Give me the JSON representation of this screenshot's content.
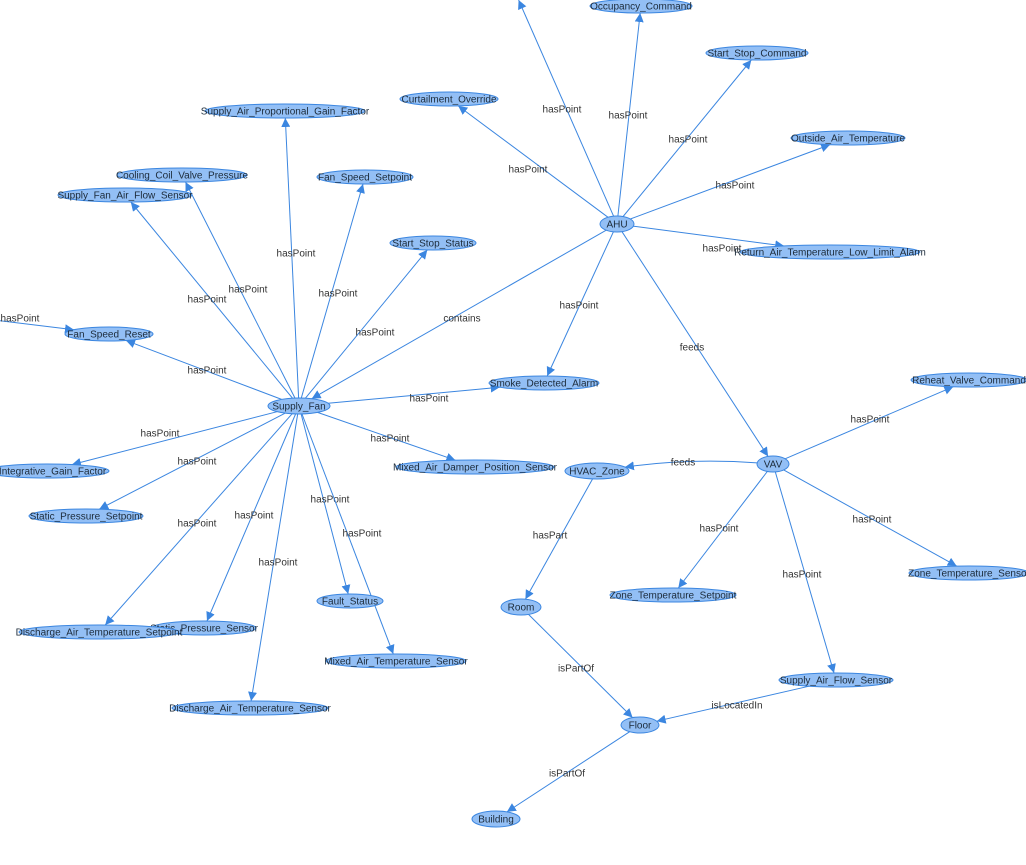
{
  "graph": {
    "node_fill": "#93bff5",
    "node_stroke": "#3b86e0",
    "edge_color": "#3b86e0",
    "label_color": "#333333",
    "nodes": [
      {
        "id": "ahu",
        "label": "AHU"
      },
      {
        "id": "occupancy_command",
        "label": "Occupancy_Command"
      },
      {
        "id": "start_stop_command",
        "label": "Start_Stop_Command"
      },
      {
        "id": "curtailment_override",
        "label": "Curtailment_Override"
      },
      {
        "id": "outside_air_temperature",
        "label": "Outside_Air_Temperature"
      },
      {
        "id": "return_air_temperature_low_limit_alarm",
        "label": "Return_Air_Temperature_Low_Limit_Alarm"
      },
      {
        "id": "smoke_detected_alarm",
        "label": "Smoke_Detected_Alarm"
      },
      {
        "id": "vav",
        "label": "VAV"
      },
      {
        "id": "supply_fan",
        "label": "Supply_Fan"
      },
      {
        "id": "supply_air_proportional_gain_factor",
        "label": "Supply_Air_Proportional_Gain_Factor"
      },
      {
        "id": "cooling_coil_valve_pressure",
        "label": "Cooling_Coil_Valve_Pressure"
      },
      {
        "id": "supply_fan_air_flow_sensor",
        "label": "Supply_Fan_Air_Flow_Sensor"
      },
      {
        "id": "fan_speed_setpoint",
        "label": "Fan_Speed_Setpoint"
      },
      {
        "id": "start_stop_status",
        "label": "Start_Stop_Status"
      },
      {
        "id": "fan_speed_reset",
        "label": "Fan_Speed_Reset"
      },
      {
        "id": "integrative_gain_factor",
        "label": "ir_Integrative_Gain_Factor"
      },
      {
        "id": "mixed_air_damper_position_sensor",
        "label": "Mixed_Air_Damper_Position_Sensor"
      },
      {
        "id": "static_pressure_setpoint",
        "label": "Static_Pressure_Setpoint"
      },
      {
        "id": "static_pressure_sensor",
        "label": "Static_Pressure_Sensor"
      },
      {
        "id": "discharge_air_temperature_setpoint",
        "label": "Discharge_Air_Temperature_Setpoint"
      },
      {
        "id": "fault_status",
        "label": "Fault_Status"
      },
      {
        "id": "mixed_air_temperature_sensor",
        "label": "Mixed_Air_Temperature_Sensor"
      },
      {
        "id": "discharge_air_temperature_sensor",
        "label": "Discharge_Air_Temperature_Sensor"
      },
      {
        "id": "hvac_zone",
        "label": "HVAC_Zone"
      },
      {
        "id": "room",
        "label": "Room"
      },
      {
        "id": "floor",
        "label": "Floor"
      },
      {
        "id": "building",
        "label": "Building"
      },
      {
        "id": "reheat_valve_command",
        "label": "Reheat_Valve_Command"
      },
      {
        "id": "zone_temperature_setpoint",
        "label": "Zone_Temperature_Setpoint"
      },
      {
        "id": "zone_temperature_sensor",
        "label": "Zone_Temperature_Sensor"
      },
      {
        "id": "supply_air_flow_sensor",
        "label": "Supply_Air_Flow_Sensor"
      },
      {
        "id": "offscreen_top",
        "label": ""
      },
      {
        "id": "offscreen_left",
        "label": ""
      }
    ],
    "edges": [
      {
        "from": "ahu",
        "to": "offscreen_top",
        "label": "hasPoint"
      },
      {
        "from": "ahu",
        "to": "occupancy_command",
        "label": "hasPoint"
      },
      {
        "from": "ahu",
        "to": "start_stop_command",
        "label": "hasPoint"
      },
      {
        "from": "ahu",
        "to": "curtailment_override",
        "label": "hasPoint"
      },
      {
        "from": "ahu",
        "to": "outside_air_temperature",
        "label": "hasPoint"
      },
      {
        "from": "ahu",
        "to": "return_air_temperature_low_limit_alarm",
        "label": "hasPoint"
      },
      {
        "from": "ahu",
        "to": "smoke_detected_alarm",
        "label": "hasPoint"
      },
      {
        "from": "ahu",
        "to": "vav",
        "label": "feeds"
      },
      {
        "from": "ahu",
        "to": "supply_fan",
        "label": "contains"
      },
      {
        "from": "offscreen_left",
        "to": "fan_speed_reset",
        "label": "hasPoint"
      },
      {
        "from": "supply_fan",
        "to": "supply_air_proportional_gain_factor",
        "label": "hasPoint"
      },
      {
        "from": "supply_fan",
        "to": "cooling_coil_valve_pressure",
        "label": "hasPoint"
      },
      {
        "from": "supply_fan",
        "to": "supply_fan_air_flow_sensor",
        "label": "hasPoint"
      },
      {
        "from": "supply_fan",
        "to": "fan_speed_setpoint",
        "label": "hasPoint"
      },
      {
        "from": "supply_fan",
        "to": "start_stop_status",
        "label": "hasPoint"
      },
      {
        "from": "supply_fan",
        "to": "fan_speed_reset",
        "label": "hasPoint"
      },
      {
        "from": "supply_fan",
        "to": "smoke_detected_alarm",
        "label": "hasPoint"
      },
      {
        "from": "supply_fan",
        "to": "integrative_gain_factor",
        "label": "hasPoint"
      },
      {
        "from": "supply_fan",
        "to": "mixed_air_damper_position_sensor",
        "label": "hasPoint"
      },
      {
        "from": "supply_fan",
        "to": "static_pressure_setpoint",
        "label": "hasPoint"
      },
      {
        "from": "supply_fan",
        "to": "discharge_air_temperature_setpoint",
        "label": "hasPoint"
      },
      {
        "from": "supply_fan",
        "to": "static_pressure_sensor",
        "label": "hasPoint"
      },
      {
        "from": "supply_fan",
        "to": "fault_status",
        "label": "hasPoint"
      },
      {
        "from": "supply_fan",
        "to": "mixed_air_temperature_sensor",
        "label": "hasPoint"
      },
      {
        "from": "supply_fan",
        "to": "discharge_air_temperature_sensor",
        "label": "hasPoint"
      },
      {
        "from": "vav",
        "to": "hvac_zone",
        "label": "feeds"
      },
      {
        "from": "vav",
        "to": "reheat_valve_command",
        "label": "hasPoint"
      },
      {
        "from": "vav",
        "to": "zone_temperature_setpoint",
        "label": "hasPoint"
      },
      {
        "from": "vav",
        "to": "zone_temperature_sensor",
        "label": "hasPoint"
      },
      {
        "from": "vav",
        "to": "supply_air_flow_sensor",
        "label": "hasPoint"
      },
      {
        "from": "hvac_zone",
        "to": "room",
        "label": "hasPart"
      },
      {
        "from": "room",
        "to": "floor",
        "label": "isPartOf"
      },
      {
        "from": "supply_air_flow_sensor",
        "to": "floor",
        "label": "isLocatedIn"
      },
      {
        "from": "floor",
        "to": "building",
        "label": "isPartOf"
      }
    ]
  }
}
